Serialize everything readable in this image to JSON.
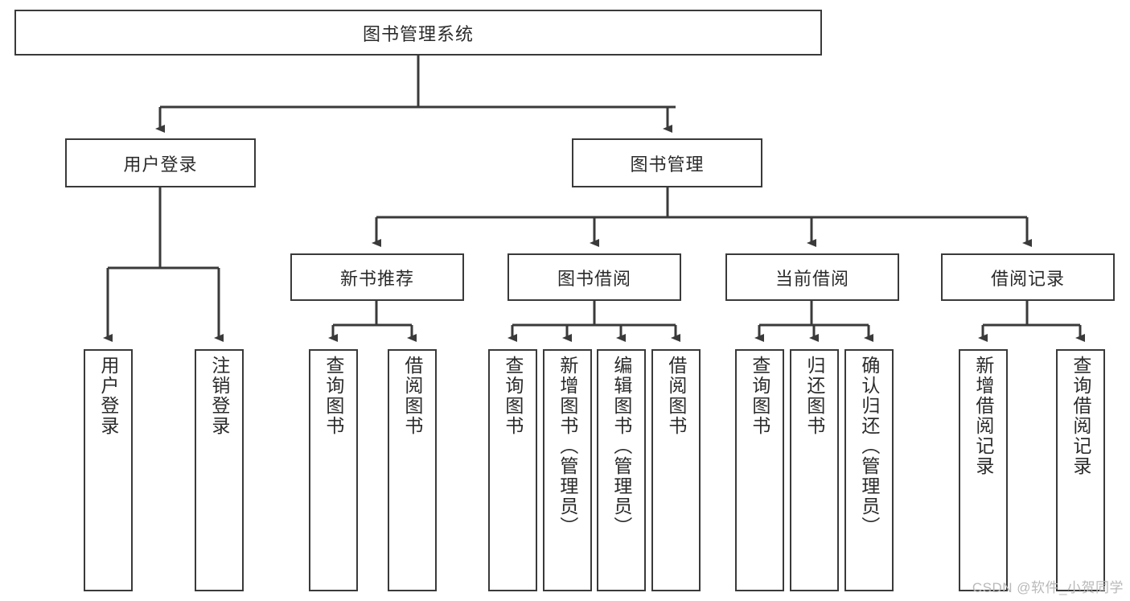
{
  "diagram": {
    "title": "图书管理系统",
    "type": "tree-hierarchy",
    "orientation": "top-down",
    "colors": {
      "box_border": "#3a3a3a",
      "box_fill": "#ffffff",
      "connector": "#3a3a3a",
      "text": "#2b2b2b",
      "watermark": "#b9b9b9"
    },
    "root": {
      "label": "图书管理系统"
    },
    "level2": [
      {
        "label": "用户登录"
      },
      {
        "label": "图书管理"
      }
    ],
    "level3": [
      {
        "label": "新书推荐"
      },
      {
        "label": "图书借阅"
      },
      {
        "label": "当前借阅"
      },
      {
        "label": "借阅记录"
      }
    ],
    "leaves": {
      "user_login": [
        {
          "label": "用户登录"
        },
        {
          "label": "注销登录"
        }
      ],
      "new_book_recommend": [
        {
          "label": "查询图书"
        },
        {
          "label": "借阅图书"
        }
      ],
      "book_borrow": [
        {
          "label": "查询图书"
        },
        {
          "label": "新增图书（管理员）"
        },
        {
          "label": "编辑图书（管理员）"
        },
        {
          "label": "借阅图书"
        }
      ],
      "current_borrow": [
        {
          "label": "查询图书"
        },
        {
          "label": "归还图书"
        },
        {
          "label": "确认归还（管理员）"
        }
      ],
      "borrow_record": [
        {
          "label": "新增借阅记录"
        },
        {
          "label": "查询借阅记录"
        }
      ]
    }
  },
  "watermark": {
    "text": "CSDN @软件_小贺同学"
  }
}
